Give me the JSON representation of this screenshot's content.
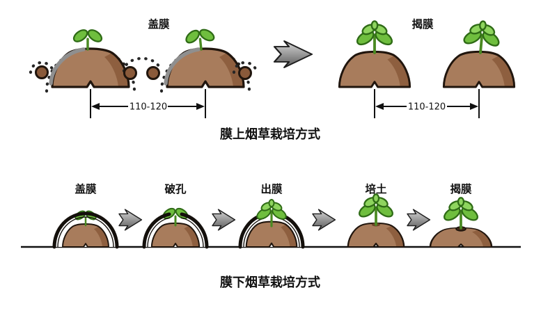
{
  "top_section": {
    "label_left": "盖膜",
    "label_right": "揭膜",
    "dimension_left": "110-120",
    "dimension_right": "110-120",
    "title": "膜上烟草栽培方式"
  },
  "bottom_section": {
    "stages": [
      {
        "label": "盖膜"
      },
      {
        "label": "破孔"
      },
      {
        "label": "出膜"
      },
      {
        "label": "培土"
      },
      {
        "label": "揭膜"
      }
    ],
    "title": "膜下烟草栽培方式"
  },
  "colors": {
    "background": "#ffffff",
    "soil": "#a87c5c",
    "soil_shadow": "#8a5a3a",
    "leaf": "#6fbe3e",
    "leaf_light": "#8ed45e",
    "leaf_outline": "#2f6b16",
    "outline": "#20150d",
    "film_gray": "#8f8f8f",
    "arrow_light": "#d8d8d8",
    "arrow_dark": "#5a5a5a"
  }
}
